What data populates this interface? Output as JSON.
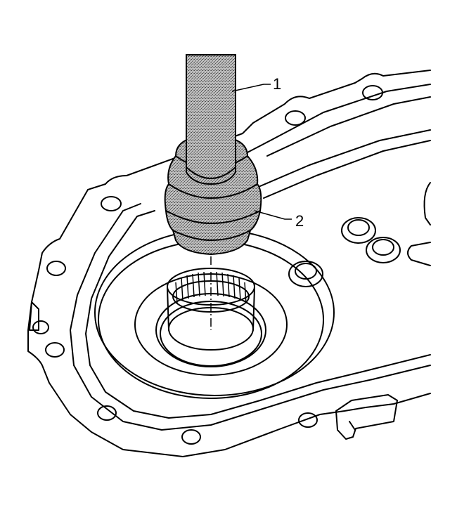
{
  "diagram": {
    "callouts": [
      {
        "id": "tool-handle",
        "label": "1"
      },
      {
        "id": "bearing-installer",
        "label": "2"
      }
    ],
    "colors": {
      "line": "#000000",
      "background": "#ffffff",
      "tool_fill": "#9a9a9a"
    }
  }
}
